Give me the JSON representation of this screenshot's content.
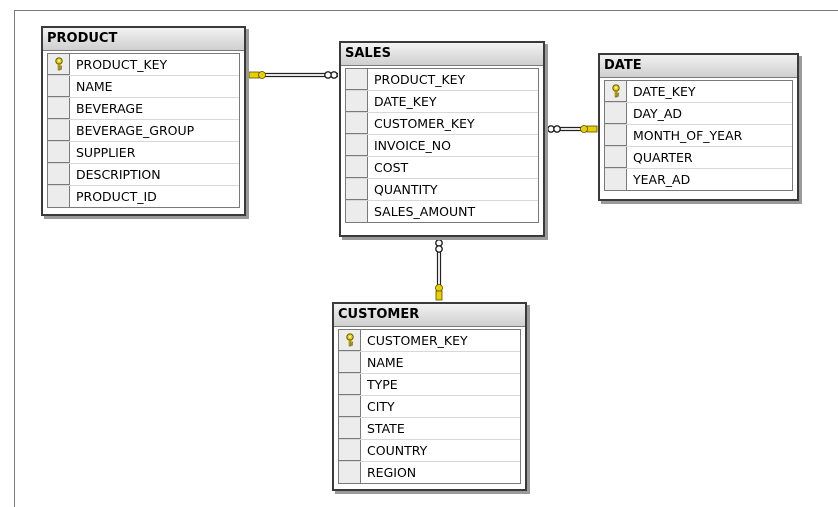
{
  "colors": {
    "key_icon": "#e8d000",
    "table_border": "#3a3a3a",
    "header_grad_top": "#f2f2f2",
    "header_grad_bottom": "#cfcfcf"
  },
  "tables": {
    "product": {
      "title": "PRODUCT",
      "columns": [
        {
          "name": "PRODUCT_KEY",
          "primary_key": true
        },
        {
          "name": "NAME",
          "primary_key": false
        },
        {
          "name": "BEVERAGE",
          "primary_key": false
        },
        {
          "name": "BEVERAGE_GROUP",
          "primary_key": false
        },
        {
          "name": "SUPPLIER",
          "primary_key": false
        },
        {
          "name": "DESCRIPTION",
          "primary_key": false
        },
        {
          "name": "PRODUCT_ID",
          "primary_key": false
        }
      ]
    },
    "sales": {
      "title": "SALES",
      "columns": [
        {
          "name": "PRODUCT_KEY",
          "primary_key": false
        },
        {
          "name": "DATE_KEY",
          "primary_key": false
        },
        {
          "name": "CUSTOMER_KEY",
          "primary_key": false
        },
        {
          "name": "INVOICE_NO",
          "primary_key": false
        },
        {
          "name": "COST",
          "primary_key": false
        },
        {
          "name": "QUANTITY",
          "primary_key": false
        },
        {
          "name": "SALES_AMOUNT",
          "primary_key": false
        }
      ]
    },
    "date": {
      "title": "DATE",
      "columns": [
        {
          "name": "DATE_KEY",
          "primary_key": true
        },
        {
          "name": "DAY_AD",
          "primary_key": false
        },
        {
          "name": "MONTH_OF_YEAR",
          "primary_key": false
        },
        {
          "name": "QUARTER",
          "primary_key": false
        },
        {
          "name": "YEAR_AD",
          "primary_key": false
        }
      ]
    },
    "customer": {
      "title": "CUSTOMER",
      "columns": [
        {
          "name": "CUSTOMER_KEY",
          "primary_key": true
        },
        {
          "name": "NAME",
          "primary_key": false
        },
        {
          "name": "TYPE",
          "primary_key": false
        },
        {
          "name": "CITY",
          "primary_key": false
        },
        {
          "name": "STATE",
          "primary_key": false
        },
        {
          "name": "COUNTRY",
          "primary_key": false
        },
        {
          "name": "REGION",
          "primary_key": false
        }
      ]
    }
  },
  "relationships": [
    {
      "from": "product",
      "to": "sales",
      "one_end": "product",
      "many_end": "sales"
    },
    {
      "from": "date",
      "to": "sales",
      "one_end": "date",
      "many_end": "sales"
    },
    {
      "from": "customer",
      "to": "sales",
      "one_end": "customer",
      "many_end": "sales"
    }
  ]
}
